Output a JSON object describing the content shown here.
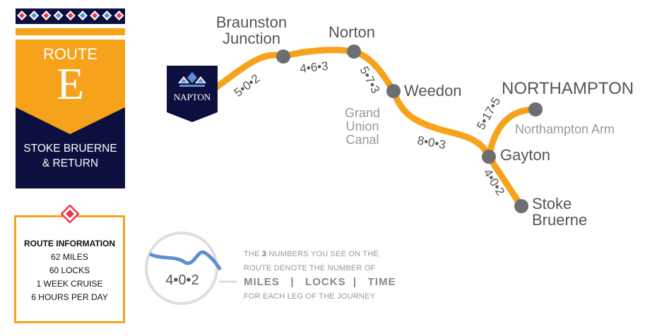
{
  "banner": {
    "route_word": "ROUTE",
    "route_letter": "E",
    "destination_line1": "STOKE BRUERNE",
    "destination_line2": "& RETURN"
  },
  "start": {
    "label": "NAPTON"
  },
  "route_info": {
    "title": "ROUTE INFORMATION",
    "lines": [
      "62 MILES",
      "60 LOCKS",
      "1 WEEK CRUISE",
      "6 HOURS PER DAY"
    ]
  },
  "places": {
    "braunston_1": "Braunston",
    "braunston_2": "Junction",
    "norton": "Norton",
    "weedon": "Weedon",
    "gayton": "Gayton",
    "northampton": "NORTHAMPTON",
    "northampton_arm": "Northampton Arm",
    "stoke_1": "Stoke",
    "stoke_2": "Bruerne",
    "canal_1": "Grand",
    "canal_2": "Union",
    "canal_3": "Canal"
  },
  "legs": [
    "5•0•2",
    "4•6•3",
    "5•7•3",
    "8•0•3",
    "5•17•5",
    "4•0•2"
  ],
  "legend": {
    "sample": "4•0•2",
    "line1_a": "THE ",
    "line1_num": "3",
    "line1_b": " NUMBERS YOU SEE ON THE",
    "line2": "ROUTE DENOTE THE NUMBER OF",
    "miles": "MILES",
    "locks": "LOCKS",
    "time": "TIME",
    "sep": "|",
    "line4": "FOR EACH LEG OF THE JOURNEY"
  },
  "colors": {
    "orange": "#f7a21b",
    "navy": "#0d0f3f",
    "node": "#6d6e71",
    "blue": "#5b8fd0",
    "red": "#e8384f"
  }
}
